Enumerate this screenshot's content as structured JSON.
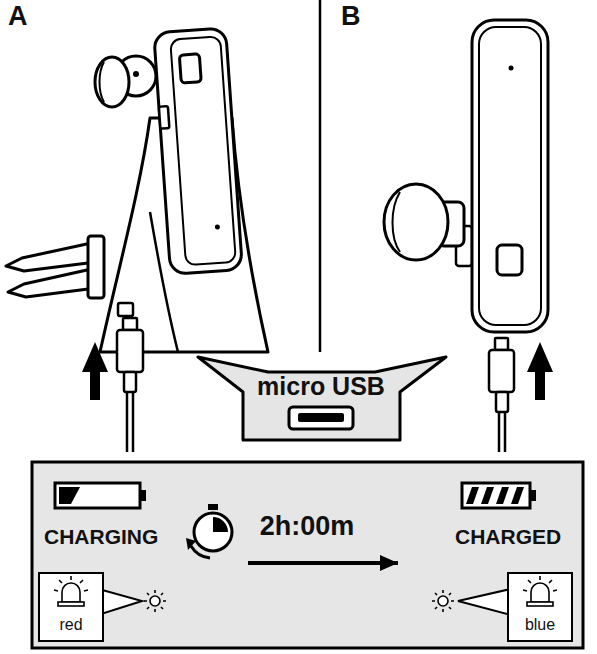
{
  "diagram": {
    "nodes": [
      {
        "text": [
          "micro USB"
        ]
      },
      {
        "text": [
          "CHARGING"
        ]
      },
      {
        "text": [
          "red"
        ]
      },
      {
        "text": [
          "CHARGED"
        ]
      },
      {
        "text": [
          "blue"
        ]
      }
    ],
    "edges": [
      {
        "from": 1,
        "to": 3,
        "label": "2h:00m",
        "arrow": "to"
      }
    ],
    "labels": [
      "A",
      "B"
    ]
  }
}
